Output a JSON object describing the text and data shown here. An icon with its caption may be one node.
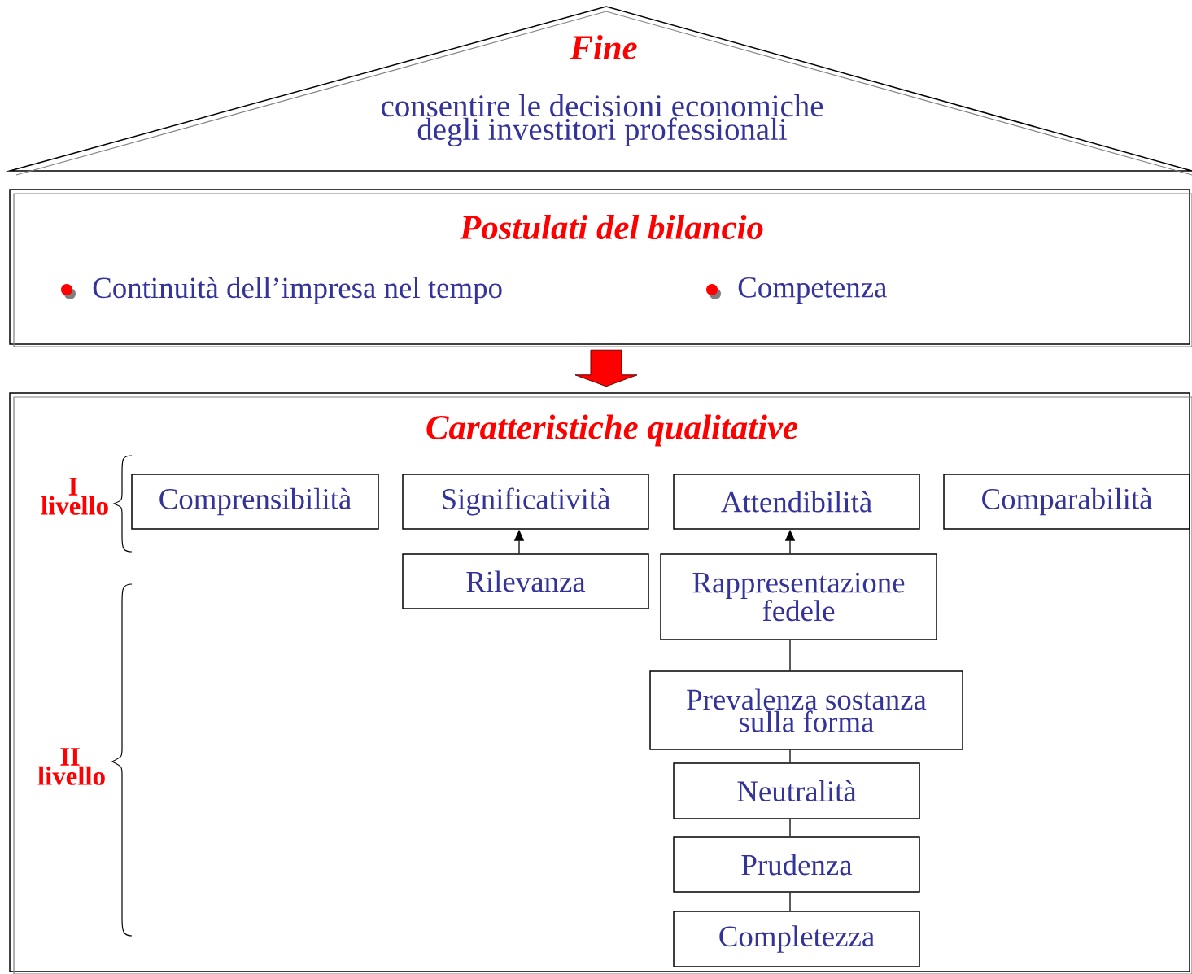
{
  "diagram": {
    "nodes": [
      {
        "text": [
          "Fine",
          "consentire le decisioni economiche degli investitori professionali"
        ]
      },
      {
        "text": [
          "Postulati del bilancio",
          "Continuità dell’impresa nel tempo",
          "Competenza"
        ]
      },
      {
        "text": [
          "Caratteristiche qualitative"
        ]
      },
      {
        "text": [
          "Comprensibilità"
        ],
        "in": 2
      },
      {
        "text": [
          "Significatività"
        ],
        "in": 2
      },
      {
        "text": [
          "Attendibilità"
        ],
        "in": 2
      },
      {
        "text": [
          "Comparabilità"
        ],
        "in": 2
      },
      {
        "text": [
          "Rilevanza"
        ],
        "in": 2
      },
      {
        "text": [
          "Rappresentazione fedele"
        ],
        "in": 2
      },
      {
        "text": [
          "Prevalenza sostanza sulla forma"
        ],
        "in": 2
      },
      {
        "text": [
          "Neutralità"
        ],
        "in": 2
      },
      {
        "text": [
          "Prudenza"
        ],
        "in": 2
      },
      {
        "text": [
          "Completezza"
        ],
        "in": 2
      }
    ],
    "edges": [
      {
        "from": 1,
        "to": 2,
        "arrow": "to",
        "style": "thick",
        "color": "#ff0000"
      },
      {
        "from": 7,
        "to": 4,
        "arrow": "to"
      },
      {
        "from": 8,
        "to": 5,
        "arrow": "to"
      },
      {
        "from": 8,
        "to": 9,
        "arrow": "none"
      },
      {
        "from": 9,
        "to": 10,
        "arrow": "none"
      },
      {
        "from": 10,
        "to": 11,
        "arrow": "none"
      },
      {
        "from": 11,
        "to": 12,
        "arrow": "none"
      }
    ],
    "labels": [
      "I livello",
      "II livello"
    ]
  }
}
